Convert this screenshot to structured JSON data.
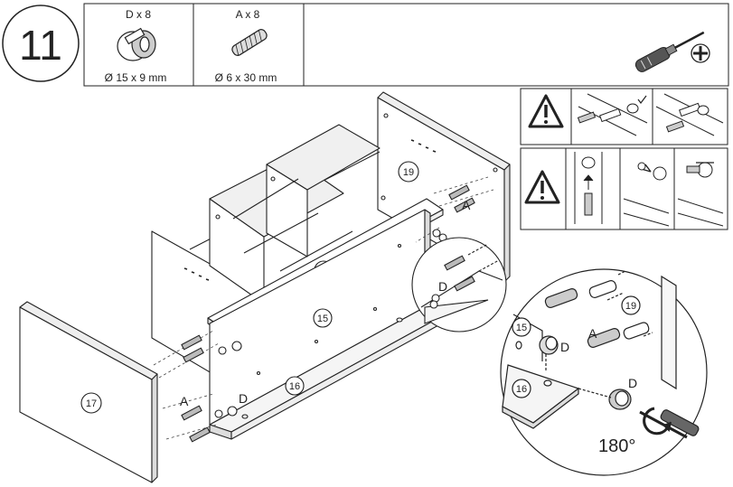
{
  "step_number": "11",
  "parts_header": {
    "cam": {
      "qty": "D x 8",
      "size": "Ø 15 x 9  mm"
    },
    "dowel": {
      "qty": "A x 8",
      "size": "Ø 6 x 30 mm"
    }
  },
  "tool": {
    "icon": "screwdriver-icon",
    "bit_icon": "phillips-bit-icon"
  },
  "panels": {
    "side_left": "17",
    "side_right": "19",
    "shelf_top": "16",
    "shelf_bottom": "16",
    "back": "15"
  },
  "letters": {
    "dowel": "A",
    "cam": "D"
  },
  "detail": {
    "panel_back": "15",
    "panel_side": "19",
    "panel_shelf": "16",
    "rotation": "180°"
  },
  "warnings": [
    {
      "icon": "warning-icon"
    },
    {
      "icon": "warning-icon"
    }
  ],
  "colors": {
    "line": "#222222",
    "background": "#ffffff"
  }
}
